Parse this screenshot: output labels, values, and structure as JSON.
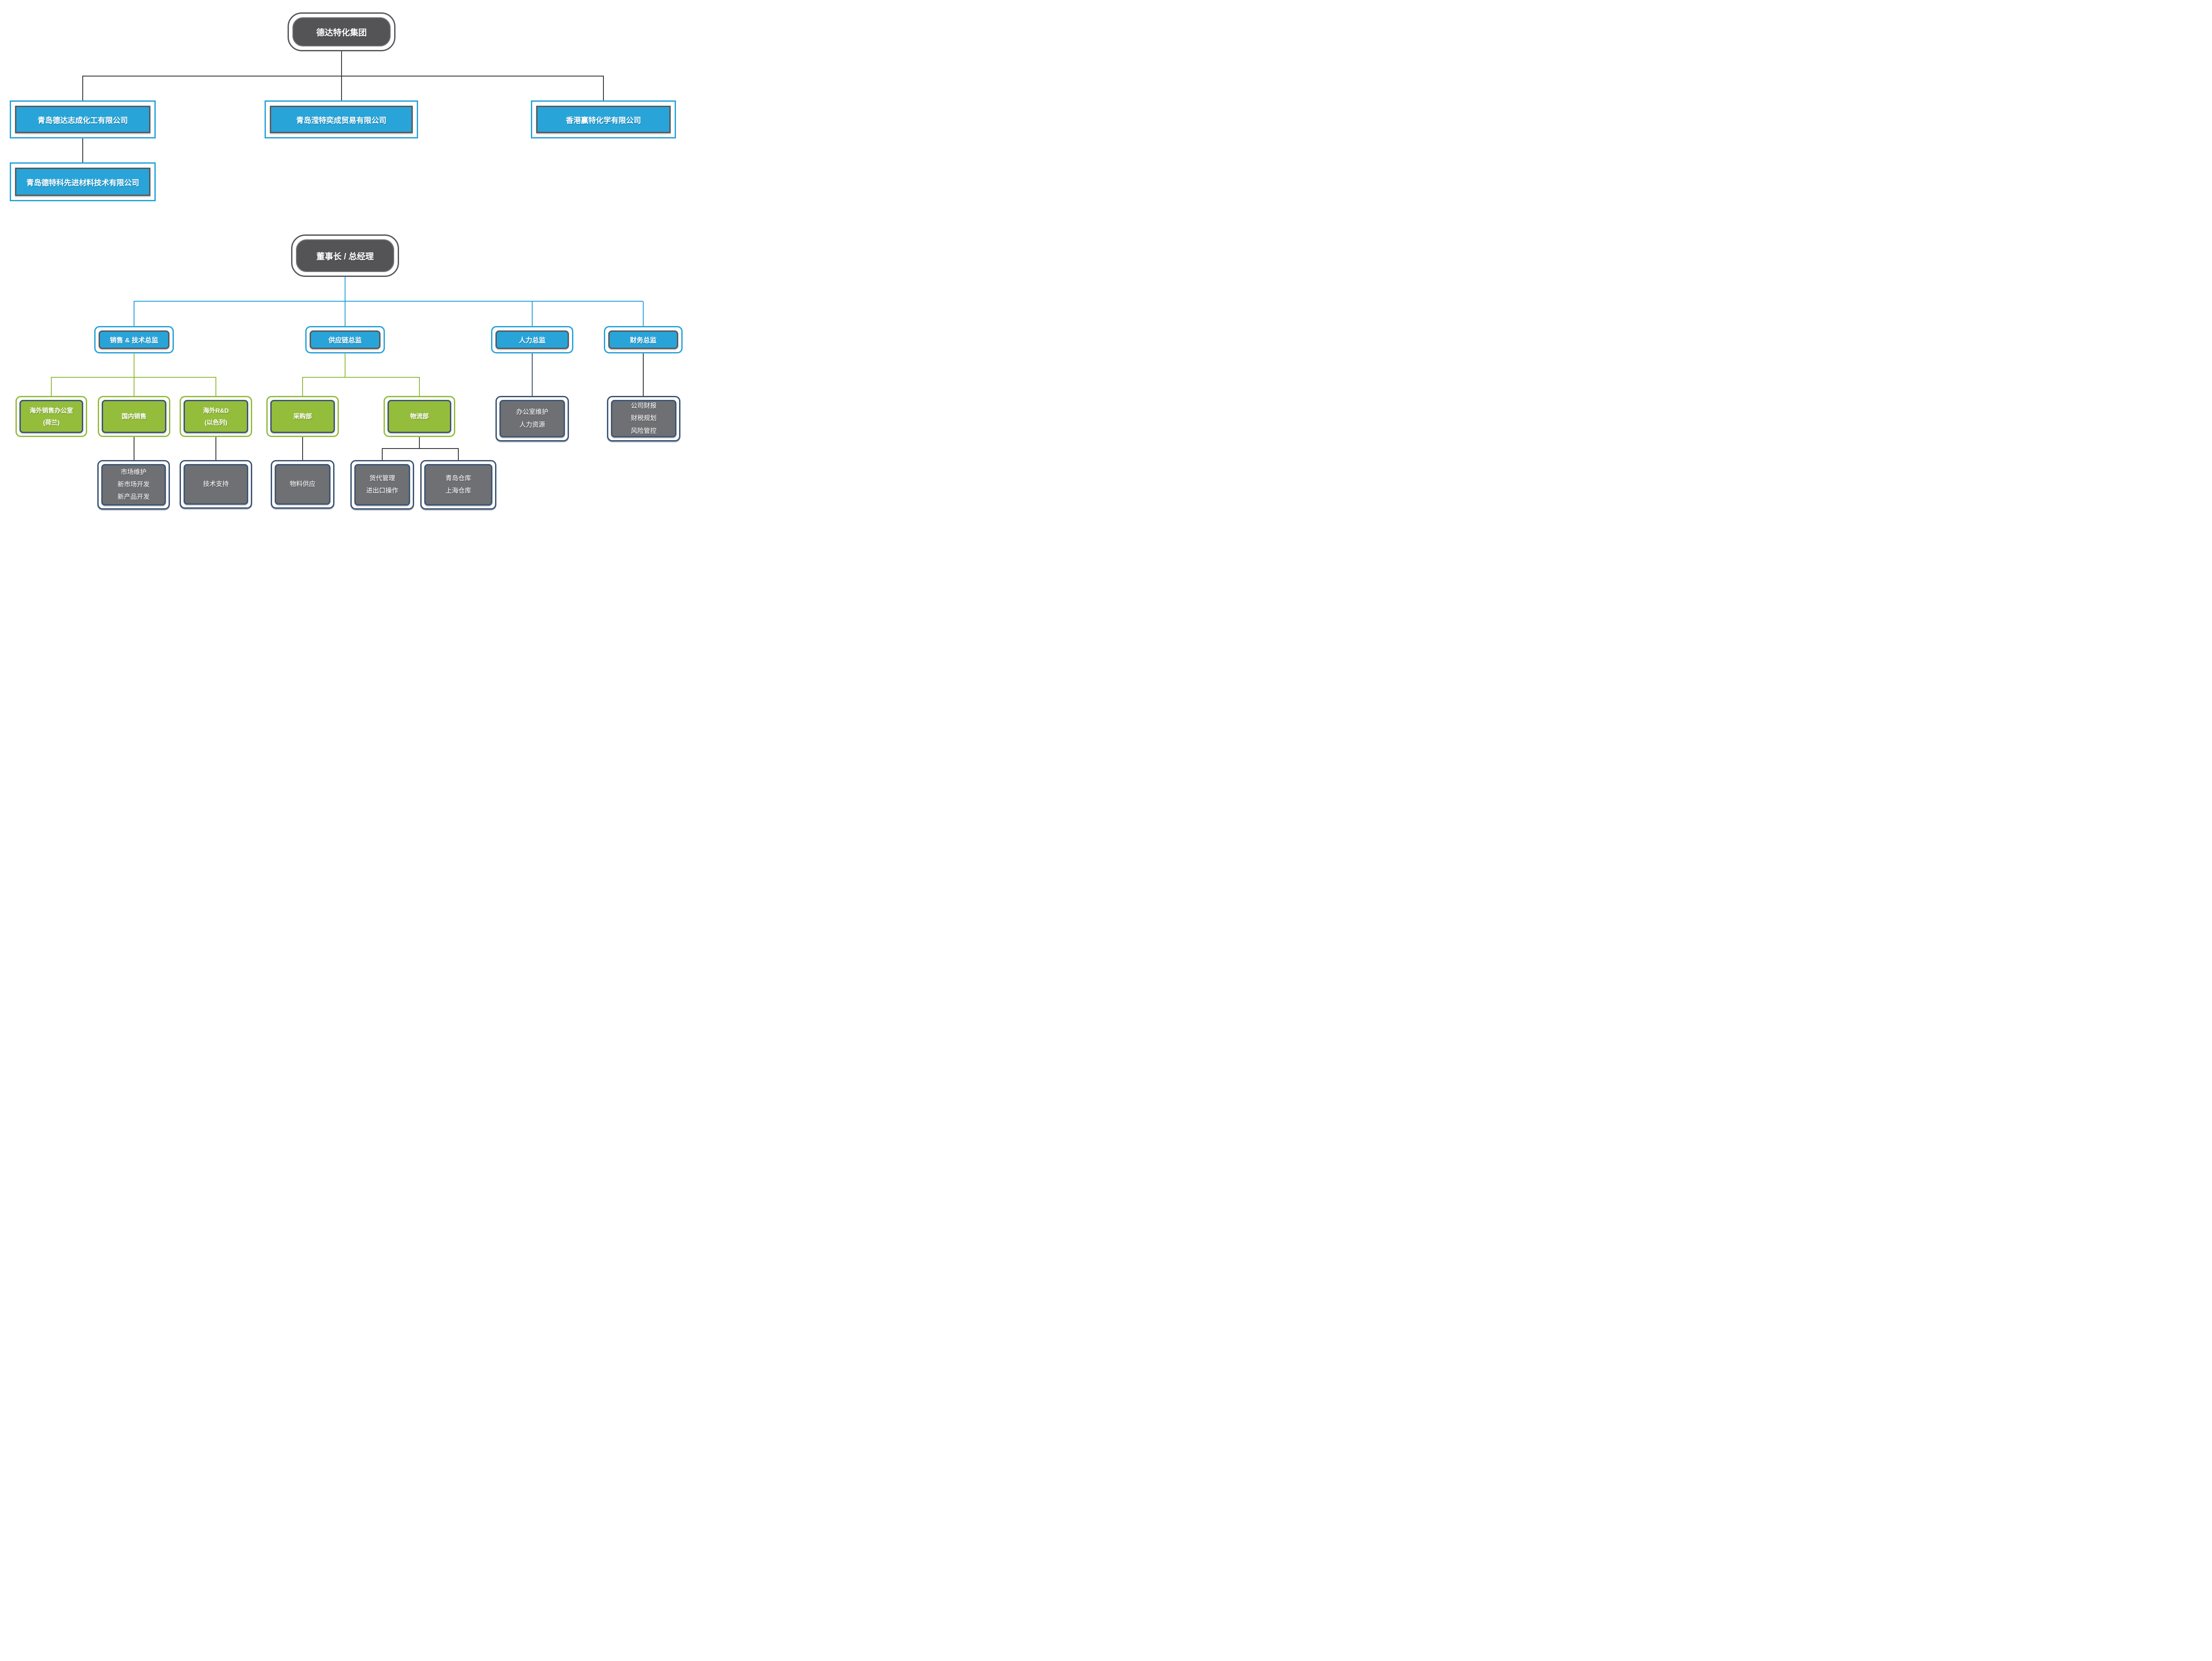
{
  "colors": {
    "blue": "#29A4D9",
    "green": "#94BD3C",
    "dark_gray": "#545456",
    "box_gray": "#6F7073",
    "navy": "#3D5472",
    "line_dark": "#3B3B3B",
    "inner_border_gray": "#58585A"
  },
  "group_chart": {
    "root": {
      "label": "德达特化集团"
    },
    "companies": [
      {
        "label": "青岛德达志成化工有限公司"
      },
      {
        "label": "青岛滢特奕成贸易有限公司"
      },
      {
        "label": "香港赢特化学有限公司"
      },
      {
        "label": "青岛德特科先进材料技术有限公司"
      }
    ]
  },
  "management_chart": {
    "root": {
      "label": "董事长 / 总经理"
    },
    "directors": [
      {
        "label": "销售 & 技术总监"
      },
      {
        "label": "供应链总监"
      },
      {
        "label": "人力总监"
      },
      {
        "label": "财务总监"
      }
    ],
    "departments": [
      {
        "lines": [
          "海外销售办公室",
          "(荷兰)"
        ]
      },
      {
        "label": "国内销售"
      },
      {
        "lines": [
          "海外R&D",
          "(以色列)"
        ]
      },
      {
        "label": "采购部"
      },
      {
        "label": "物流部"
      }
    ],
    "functions": [
      {
        "lines": [
          "市场维护",
          "新市场开发",
          "新产品开发"
        ]
      },
      {
        "label": "技术支持"
      },
      {
        "label": "物料供应"
      },
      {
        "lines": [
          "货代管理",
          "进出口操作"
        ]
      },
      {
        "lines": [
          "青岛仓库",
          "上海仓库"
        ]
      },
      {
        "lines": [
          "办公室维护",
          "人力资源"
        ]
      },
      {
        "lines": [
          "公司财报",
          "财税规划",
          "风险管控"
        ]
      }
    ]
  }
}
